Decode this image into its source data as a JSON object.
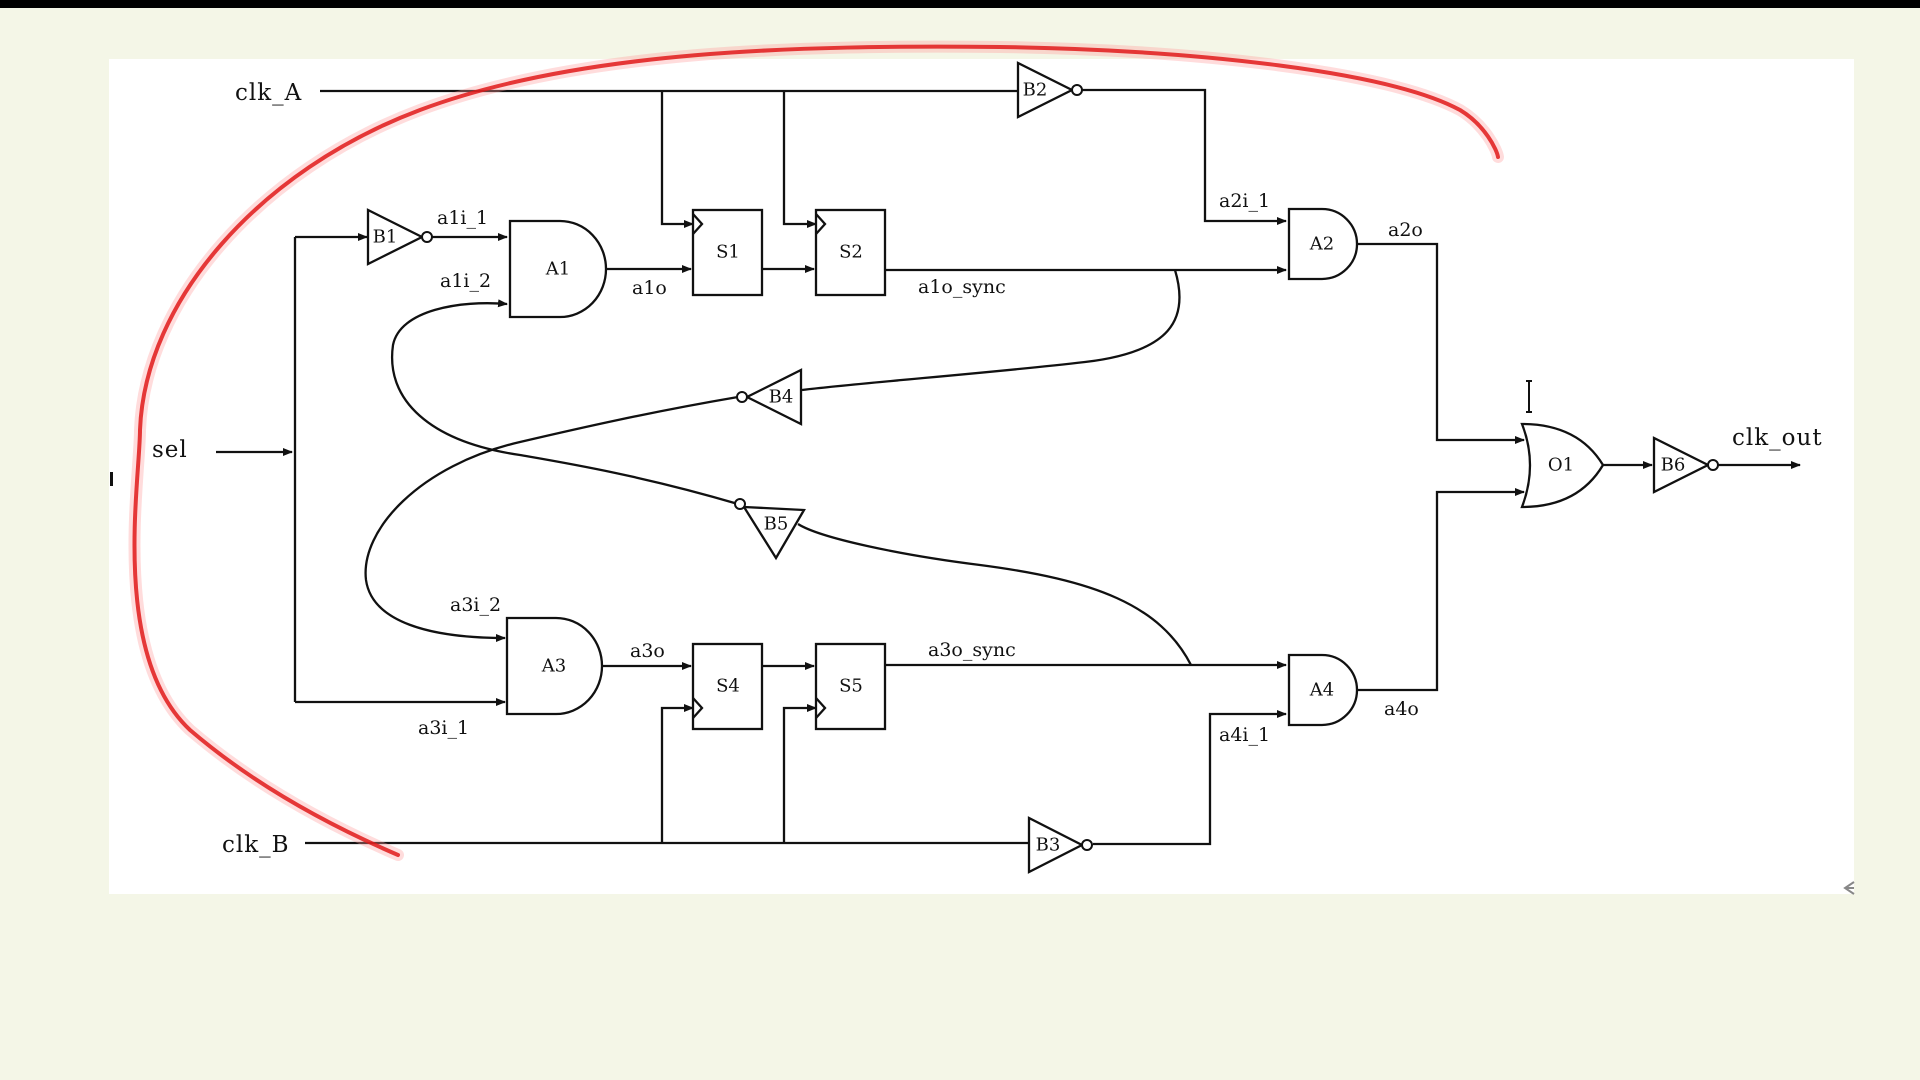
{
  "diagram": {
    "ports": {
      "clk_a": "clk_A",
      "clk_b": "clk_B",
      "sel": "sel",
      "clk_out": "clk_out"
    },
    "gates": {
      "b1": "B1",
      "b2": "B2",
      "b3": "B3",
      "b4": "B4",
      "b5": "B5",
      "b6": "B6",
      "a1": "A1",
      "a2": "A2",
      "a3": "A3",
      "a4": "A4",
      "s1": "S1",
      "s2": "S2",
      "s4": "S4",
      "s5": "S5",
      "o1": "O1"
    },
    "signals": {
      "a1i_1": "a1i_1",
      "a1i_2": "a1i_2",
      "a1o": "a1o",
      "a1o_sync": "a1o_sync",
      "a2i_1": "a2i_1",
      "a2o": "a2o",
      "a3i_1": "a3i_1",
      "a3i_2": "a3i_2",
      "a3o": "a3o",
      "a3o_sync": "a3o_sync",
      "a4i_1": "a4i_1",
      "a4o": "a4o"
    },
    "colors": {
      "background": "#f4f6e7",
      "canvas": "#ffffff",
      "annotation": "#e01a1a"
    }
  }
}
